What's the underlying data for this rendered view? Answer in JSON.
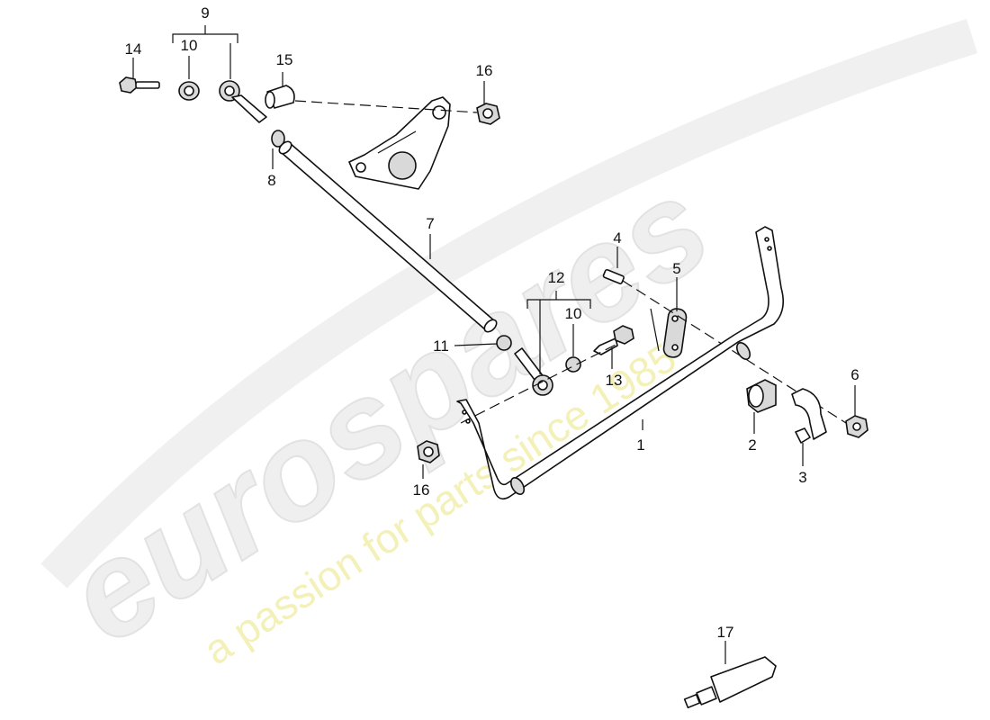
{
  "watermark": {
    "brand": "eurospares",
    "tagline": "a passion for parts since 1985"
  },
  "callouts": {
    "c1": "1",
    "c2": "2",
    "c3": "3",
    "c4": "4",
    "c5": "5",
    "c6": "6",
    "c7": "7",
    "c8": "8",
    "c9": "9",
    "c10a": "10",
    "c10b": "10",
    "c11": "11",
    "c12": "12",
    "c13": "13",
    "c14": "14",
    "c15": "15",
    "c16a": "16",
    "c16b": "16",
    "c17": "17"
  }
}
